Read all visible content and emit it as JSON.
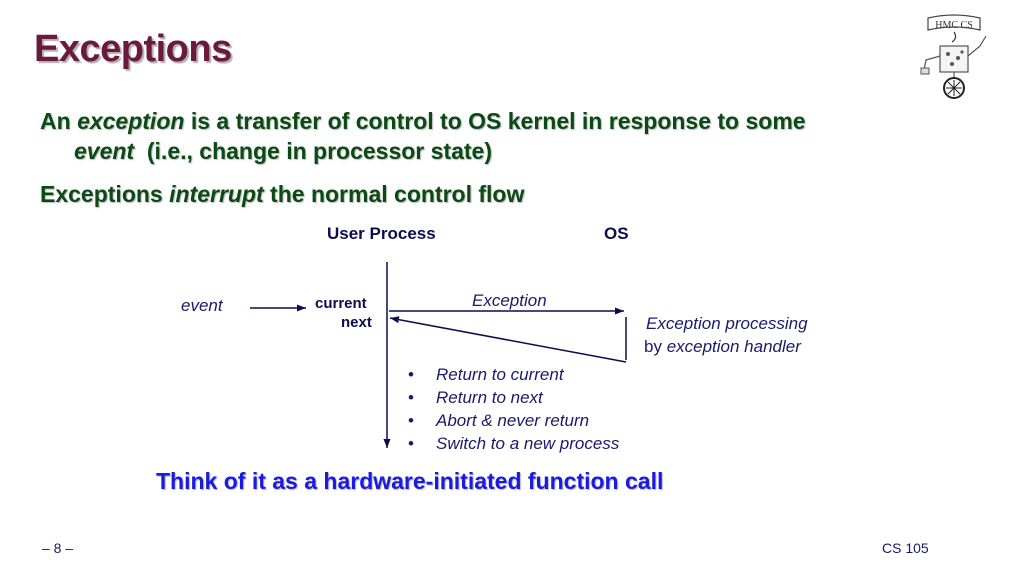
{
  "slide": {
    "title": "Exceptions",
    "bullet1_pre": "An ",
    "bullet1_em": "exception",
    "bullet1_post": " is a transfer of control to OS kernel in response to some",
    "bullet1_line2_em": "event",
    "bullet1_line2_post": "  (i.e., change in processor state)",
    "bullet2_pre": "Exceptions ",
    "bullet2_em": "interrupt",
    "bullet2_post": " the normal control flow",
    "summary": "Think of it as a hardware-initiated function call",
    "page_number": "– 8 –",
    "course": "CS 105",
    "logo_text": "HMC CS"
  },
  "diagram": {
    "user_process_label": "User Process",
    "os_label": "OS",
    "event_label": "event",
    "current_label": "current",
    "next_label": "next",
    "exception_label": "Exception",
    "processing_line1": "Exception processing",
    "processing_by": "by ",
    "processing_handler": "exception handler",
    "options": [
      "Return to current",
      "Return to next",
      "Abort & never return",
      "Switch to a new process"
    ],
    "line_color": "#0c0c50"
  }
}
